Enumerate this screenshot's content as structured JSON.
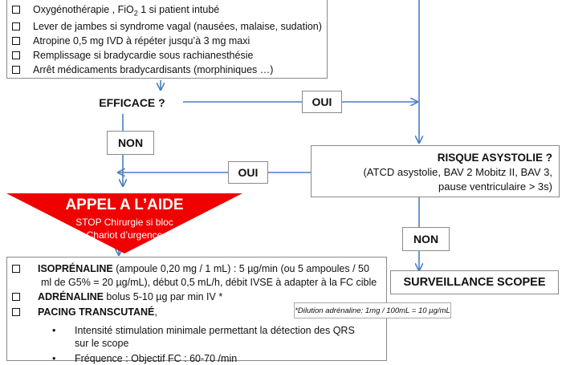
{
  "top_box": {
    "items": [
      {
        "pre": "Oxygénothérapie , FiO",
        "sub": "2",
        "post": " 1 si patient intubé"
      },
      {
        "pre": "Lever de jambes si syndrome vagal (nausées, malaise, sudation)",
        "sub": "",
        "post": ""
      },
      {
        "pre": "Atropine 0,5 mg IVD à répéter jusqu’à 3 mg maxi",
        "sub": "",
        "post": ""
      },
      {
        "pre": "Remplissage si bradycardie sous rachianesthésie",
        "sub": "",
        "post": ""
      },
      {
        "pre": "Arrêt médicaments bradycardisants (morphiniques …)",
        "sub": "",
        "post": ""
      }
    ]
  },
  "efficace": "EFFICACE ?",
  "oui_top": "OUI",
  "non_left": "NON",
  "risque": {
    "title": "RISQUE ASYSTOLIE ?",
    "line1": "(ATCD asystolie, BAV 2 Mobitz II, BAV 3,",
    "line2": "pause ventriculaire > 3s)"
  },
  "oui_mid": "OUI",
  "appel": {
    "title": "APPEL A L’AIDE",
    "line1": "STOP Chirurgie si bloc",
    "line2": "Chariot d’urgence"
  },
  "non_right": "NON",
  "surveillance": "SURVEILLANCE SCOPEE",
  "bottom_box": {
    "iso_bold": "ISOPRÉNALINE",
    "iso_rest1": " (ampoule 0,20 mg / 1 mL) : 5 µg/min (ou 5 ampoules / 50",
    "iso_line2": "ml de G5% = 20 µg/mL), début 0,5 mL/h, débit IVSE à adapter à la FC cible",
    "adr_bold": "ADRÉNALINE",
    "adr_rest": " bolus 5-10 µg par min IV *",
    "pacing_bold": "PACING TRANSCUTANÉ",
    "pacing_rest": ",",
    "bullet1_l1": "Intensité stimulation minimale permettant la détection des QRS",
    "bullet1_l2": "sur le scope",
    "bullet2": "Fréquence : Objectif FC : 60-70 /min"
  },
  "dilution_note": "*Dilution adrénaline: 1mg / 100mL = 10 µg/mL",
  "colors": {
    "arrow": "#4a7fc1",
    "alert": "#f00000",
    "border": "#8a8a8a"
  }
}
